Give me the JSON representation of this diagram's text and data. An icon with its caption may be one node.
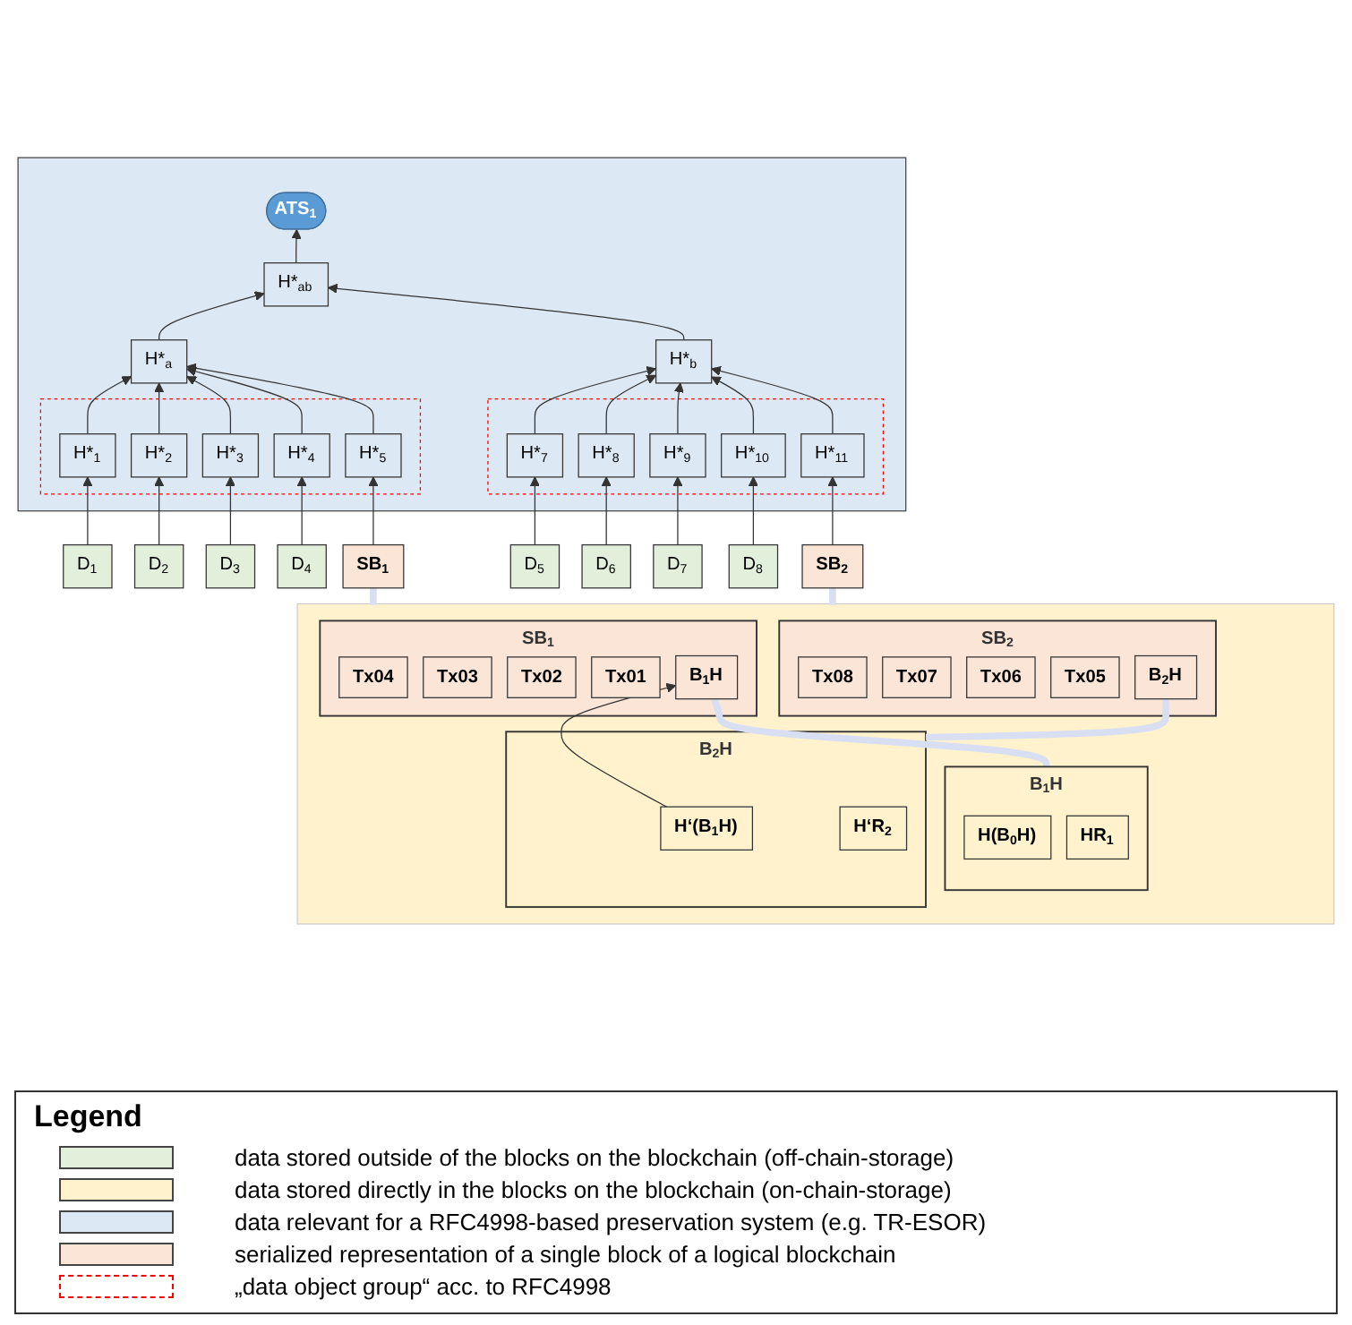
{
  "diagram": {
    "nodes": [
      {
        "text": [],
        "shape": "box"
      },
      {
        "text": [
          "ATS$_{1}$"
        ],
        "in": 0
      },
      {
        "text": [
          "H*$_{ab}$"
        ],
        "in": 0
      },
      {
        "text": [
          "H*$_{a}$"
        ],
        "in": 0
      },
      {
        "text": [
          "H*$_{b}$"
        ],
        "in": 0
      },
      {
        "text": [],
        "shape": "box",
        "in": 0
      },
      {
        "text": [
          "H*$_{1}$"
        ],
        "in": 5
      },
      {
        "text": [
          "H*$_{2}$"
        ],
        "in": 5
      },
      {
        "text": [
          "H*$_{3}$"
        ],
        "in": 5
      },
      {
        "text": [
          "H*$_{4}$"
        ],
        "in": 5
      },
      {
        "text": [
          "H*$_{5}$"
        ],
        "in": 5
      },
      {
        "text": [],
        "shape": "box",
        "in": 0
      },
      {
        "text": [
          "H*$_{7}$"
        ],
        "in": 11
      },
      {
        "text": [
          "H*$_{8}$"
        ],
        "in": 11
      },
      {
        "text": [
          "H*$_{9}$"
        ],
        "in": 11
      },
      {
        "text": [
          "H*$_{10}$"
        ],
        "in": 11
      },
      {
        "text": [
          "H*$_{11}$"
        ],
        "in": 11
      },
      {
        "text": [
          "D$_{1}$"
        ]
      },
      {
        "text": [
          "D$_{2}$"
        ]
      },
      {
        "text": [
          "D$_{3}$"
        ]
      },
      {
        "text": [
          "D$_{4}$"
        ]
      },
      {
        "text": [
          "SB$_{1}$"
        ]
      },
      {
        "text": [
          "D$_{5}$"
        ]
      },
      {
        "text": [
          "D$_{6}$"
        ]
      },
      {
        "text": [
          "D$_{7}$"
        ]
      },
      {
        "text": [
          "D$_{8}$"
        ]
      },
      {
        "text": [
          "SB$_{2}$"
        ]
      },
      {
        "text": [],
        "shape": "box"
      },
      {
        "text": [
          "B$_{1}$H"
        ],
        "in": 27
      },
      {
        "text": [
          "H(B$_{0}$H)"
        ],
        "in": 28
      },
      {
        "text": [
          "HR$_{1}$"
        ],
        "in": 28
      },
      {
        "text": [
          "SB$_{1}$"
        ],
        "in": 27
      },
      {
        "text": [
          "B$_{1}$H"
        ],
        "in": 31
      },
      {
        "text": [
          "Tx01"
        ],
        "in": 31
      },
      {
        "text": [
          "Tx02"
        ],
        "in": 31
      },
      {
        "text": [
          "Tx03"
        ],
        "in": 31
      },
      {
        "text": [
          "Tx04"
        ],
        "in": 31
      },
      {
        "text": [
          "B$_{2}$H"
        ],
        "in": 27
      },
      {
        "text": [
          "H‘(B$_{1}$H)"
        ],
        "in": 37
      },
      {
        "text": [
          "H‘R$_{2}$"
        ],
        "in": 37
      },
      {
        "text": [
          "SB$_{2}$"
        ],
        "in": 27
      },
      {
        "text": [
          "B$_{2}$H"
        ],
        "in": 40
      },
      {
        "text": [
          "Tx05"
        ],
        "in": 40
      },
      {
        "text": [
          "Tx06"
        ],
        "in": 40
      },
      {
        "text": [
          "Tx07"
        ],
        "in": 40
      },
      {
        "text": [
          "Tx08"
        ],
        "in": 40
      }
    ],
    "edges": [
      {
        "from": 2,
        "to": 1,
        "arrow": "to"
      },
      {
        "from": 3,
        "to": 2,
        "arrow": "to"
      },
      {
        "from": 4,
        "to": 2,
        "arrow": "to"
      },
      {
        "from": 6,
        "to": 3,
        "arrow": "to"
      },
      {
        "from": 7,
        "to": 3,
        "arrow": "to"
      },
      {
        "from": 8,
        "to": 3,
        "arrow": "to"
      },
      {
        "from": 9,
        "to": 3,
        "arrow": "to"
      },
      {
        "from": 10,
        "to": 3,
        "arrow": "to"
      },
      {
        "from": 12,
        "to": 4,
        "arrow": "to"
      },
      {
        "from": 13,
        "to": 4,
        "arrow": "to"
      },
      {
        "from": 14,
        "to": 4,
        "arrow": "to"
      },
      {
        "from": 15,
        "to": 4,
        "arrow": "to"
      },
      {
        "from": 16,
        "to": 4,
        "arrow": "to"
      },
      {
        "from": 17,
        "to": 6,
        "arrow": "to"
      },
      {
        "from": 18,
        "to": 7,
        "arrow": "to"
      },
      {
        "from": 19,
        "to": 8,
        "arrow": "to"
      },
      {
        "from": 20,
        "to": 9,
        "arrow": "to"
      },
      {
        "from": 21,
        "to": 10,
        "arrow": "to"
      },
      {
        "from": 22,
        "to": 12,
        "arrow": "to"
      },
      {
        "from": 23,
        "to": 13,
        "arrow": "to"
      },
      {
        "from": 24,
        "to": 14,
        "arrow": "to"
      },
      {
        "from": 25,
        "to": 15,
        "arrow": "to"
      },
      {
        "from": 26,
        "to": 16,
        "arrow": "to"
      },
      {
        "from": 31,
        "to": 21,
        "arrow": "none",
        "style": "thick",
        "color": "#d9dff2"
      },
      {
        "from": 40,
        "to": 26,
        "arrow": "none",
        "style": "thick",
        "color": "#d9dff2"
      },
      {
        "from": 28,
        "to": 32,
        "arrow": "none",
        "style": "thick",
        "color": "#d9dff2"
      },
      {
        "from": 37,
        "to": 41,
        "arrow": "none",
        "style": "thick",
        "color": "#d9dff2"
      },
      {
        "from": 38,
        "to": 32,
        "arrow": "to"
      }
    ],
    "labels": [
      "Legend"
    ],
    "legend": [
      {
        "text": "data stored outside of the blocks on the blockchain (off-chain-storage)",
        "color": "#e2efda"
      },
      {
        "text": "data stored directly in the blocks on the blockchain (on-chain-storage)",
        "color": "#fff2cc"
      },
      {
        "text": "data relevant for a RFC4998-based preservation system (e.g. TR-ESOR)",
        "color": "#dde8f5"
      },
      {
        "text": "serialized representation of a single block of a logical blockchain",
        "color": "#fbe5d6"
      },
      {
        "text": "„data object group“ acc. to RFC4998"
      }
    ]
  }
}
